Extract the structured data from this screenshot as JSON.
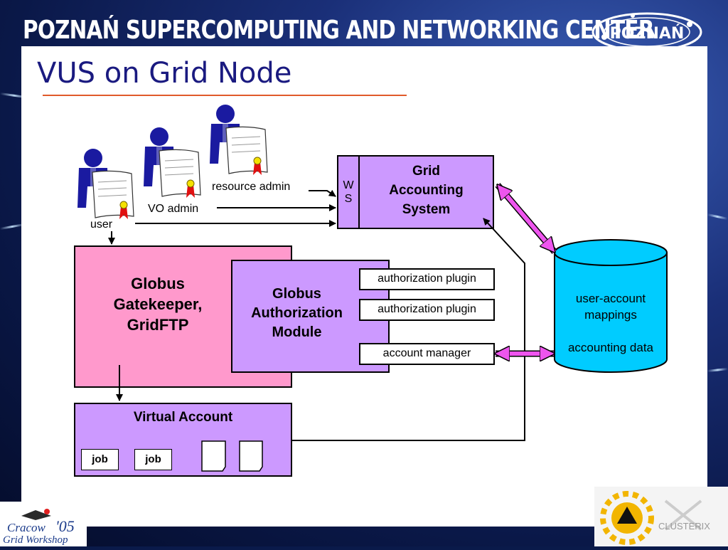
{
  "header": {
    "title": "POZNAŃ SUPERCOMPUTING AND NETWORKING CENTER",
    "logo_text": "POZNAŃ"
  },
  "slide": {
    "title": "VUS on Grid Node"
  },
  "actors": {
    "resource_admin": "resource admin",
    "vo_admin": "VO admin",
    "user": "user"
  },
  "ws_box": {
    "line1": "W",
    "line2": "S"
  },
  "grid_accounting": {
    "line1": "Grid",
    "line2": "Accounting",
    "line3": "System"
  },
  "gatekeeper": {
    "line1": "Globus",
    "line2": "Gatekeeper,",
    "line3": "GridFTP"
  },
  "gam": {
    "line1": "Globus",
    "line2": "Authorization",
    "line3": "Module"
  },
  "plugins": {
    "plugin1": "authorization plugin",
    "plugin2": "authorization plugin",
    "account_manager": "account manager"
  },
  "database": {
    "line1": "user-account",
    "line2": "mappings",
    "line3": "accounting data"
  },
  "virtual_account": {
    "title": "Virtual Account",
    "job1": "job",
    "job2": "job"
  },
  "footer": {
    "cracow_line1": "Cracow",
    "cracow_year": "'05",
    "cracow_line2": "Grid Workshop",
    "clusterix": "CLUSTERIX"
  },
  "colors": {
    "pink": "#ff99cc",
    "lavender": "#cc99ff",
    "cyan": "#00ccff",
    "magenta_arrow": "#ee55ee",
    "title_blue": "#1a1a80"
  }
}
